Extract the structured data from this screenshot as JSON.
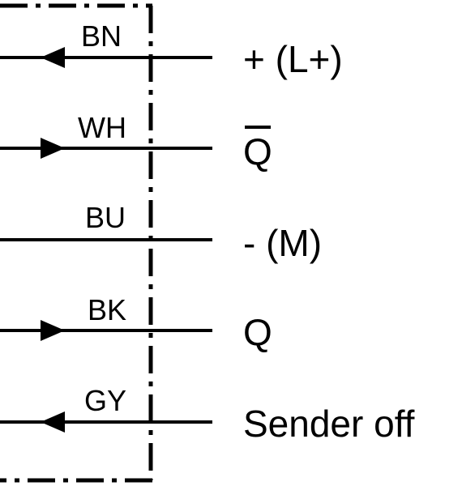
{
  "wiring": {
    "rows": [
      {
        "code": "BN",
        "label": "+ (L+)",
        "arrow": "left",
        "overline": false
      },
      {
        "code": "WH",
        "label": "Q",
        "arrow": "right",
        "overline": true
      },
      {
        "code": "BU",
        "label": "- (M)",
        "arrow": "none",
        "overline": false
      },
      {
        "code": "BK",
        "label": "Q",
        "arrow": "right",
        "overline": false
      },
      {
        "code": "GY",
        "label": "Sender off",
        "arrow": "left",
        "overline": false
      }
    ]
  },
  "colors": {
    "line": "#000000",
    "background": "#ffffff"
  }
}
